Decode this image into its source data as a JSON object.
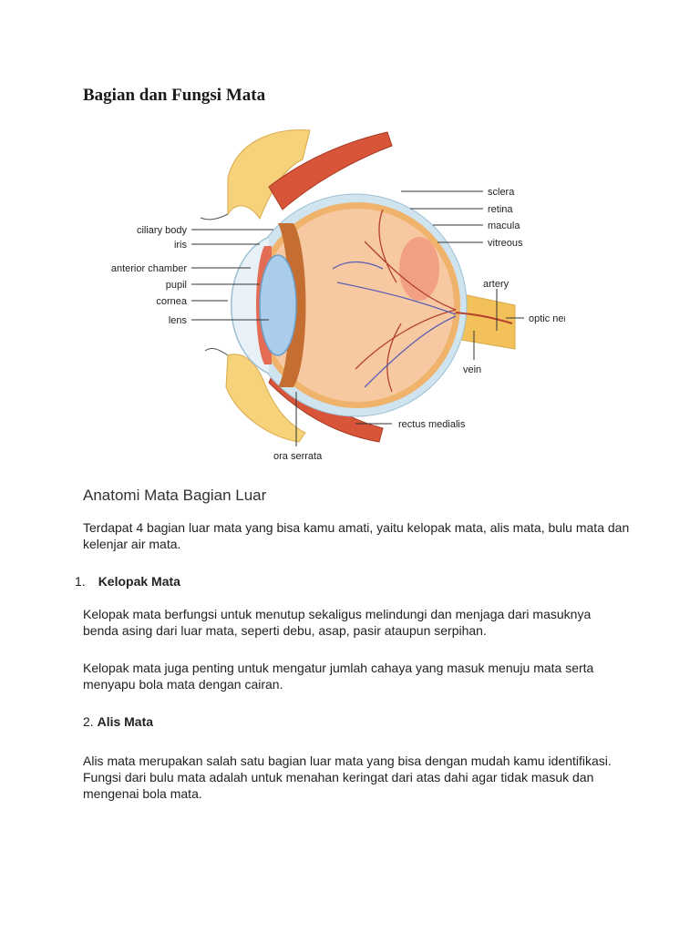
{
  "document": {
    "title": "Bagian dan Fungsi Mata",
    "diagram_labels": {
      "ciliary_body": "ciliary body",
      "iris": "iris",
      "anterior_chamber": "anterior chamber",
      "pupil": "pupil",
      "cornea": "cornea",
      "lens": "lens",
      "sclera": "sclera",
      "retina": "retina",
      "macula": "macula",
      "vitreous": "vitreous",
      "artery": "artery",
      "optic_nerve": "optic nerve",
      "vein": "vein",
      "rectus_medialis": "rectus medialis",
      "ora_serrata": "ora serrata"
    },
    "section_heading": "Anatomi Mata Bagian Luar",
    "intro": "Terdapat 4 bagian luar mata yang bisa kamu amati, yaitu kelopak mata, alis mata, bulu mata dan kelenjar air mata.",
    "items": [
      {
        "number": "1.",
        "heading": "Kelopak Mata",
        "paragraphs": [
          "Kelopak mata berfungsi untuk menutup sekaligus melindungi dan menjaga dari masuknya benda asing dari luar mata, seperti debu, asap, pasir  ataupun serpihan.",
          "Kelopak mata juga penting untuk mengatur jumlah cahaya yang masuk menuju mata serta menyapu bola mata dengan cairan."
        ]
      },
      {
        "number": "2.",
        "heading": "Alis Mata",
        "paragraphs": [
          "Alis mata merupakan salah satu bagian luar mata yang bisa dengan mudah kamu identifikasi. Fungsi dari bulu mata adalah untuk menahan keringat dari atas dahi agar tidak masuk dan mengenai bola mata."
        ]
      }
    ]
  }
}
